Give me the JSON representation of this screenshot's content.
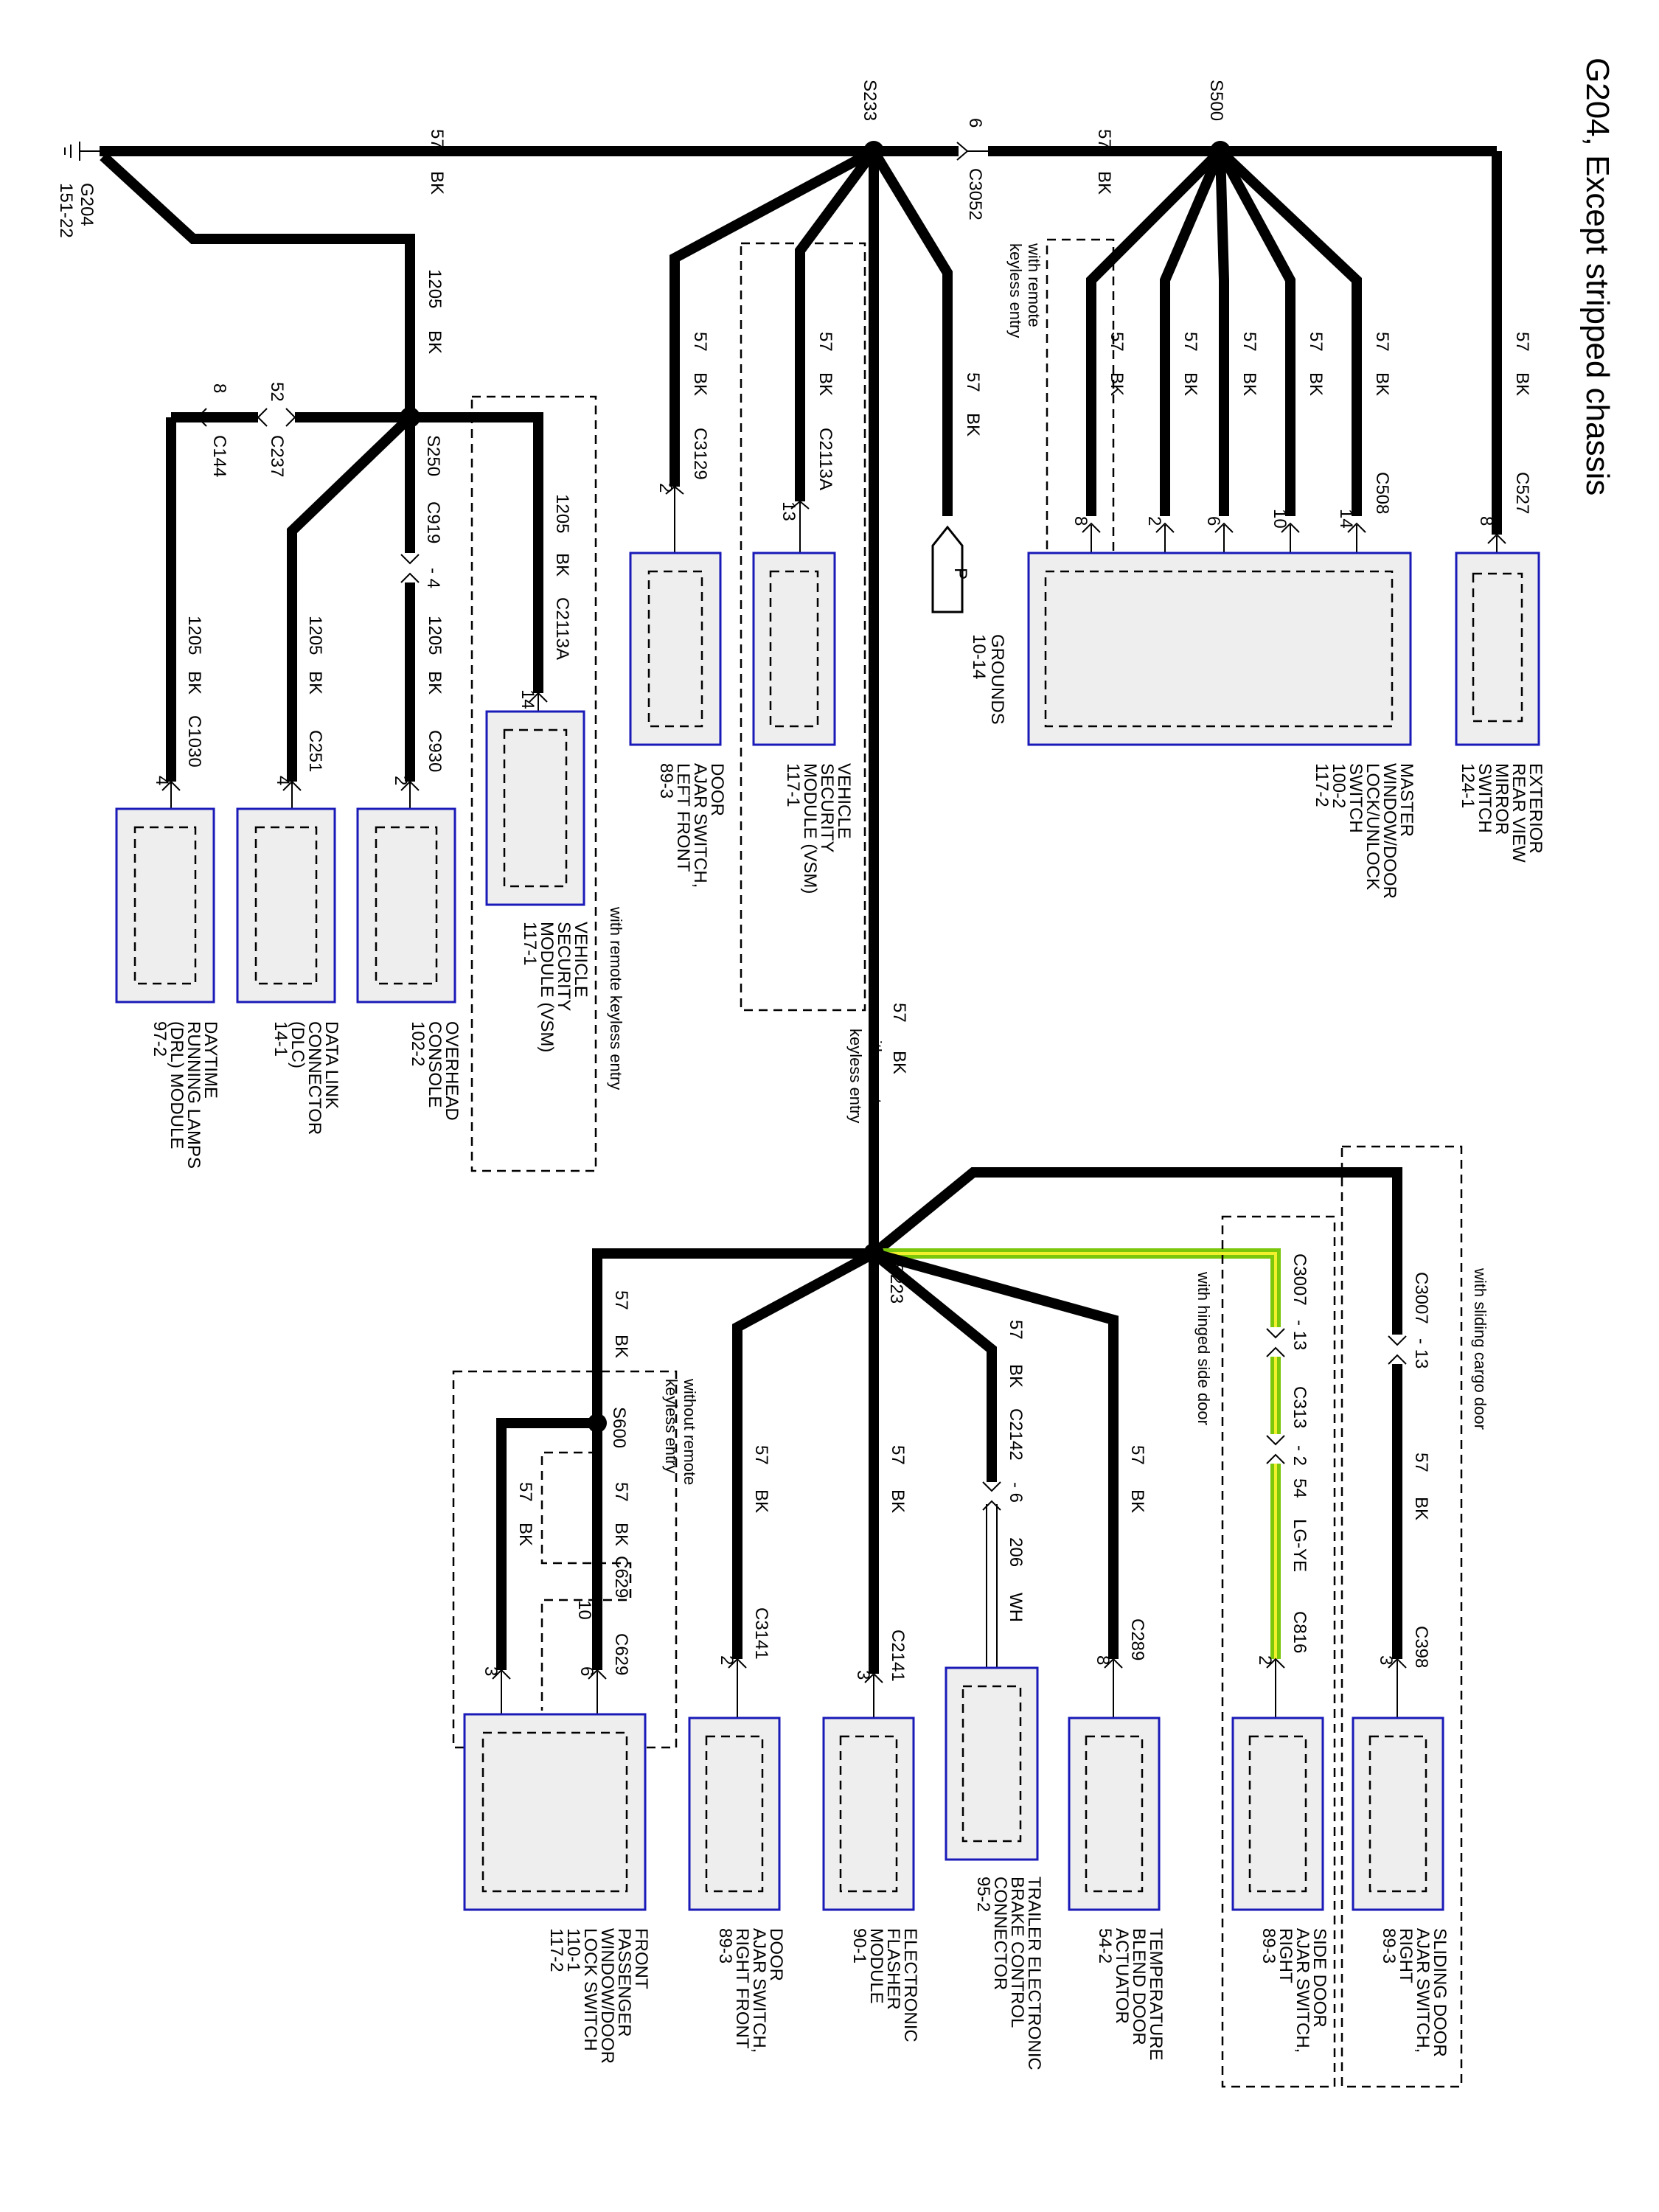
{
  "title": "G204, Except stripped chassis",
  "ground": {
    "id": "G204",
    "ref": "151-22"
  },
  "splices": {
    "s233": "S233",
    "s500": "S500",
    "s250": "S250",
    "s223": "S223",
    "s600": "S600"
  },
  "wire_labels": {
    "w57": "57",
    "bk": "BK",
    "w6": "6",
    "w1205": "1205",
    "w52": "52",
    "w8": "8",
    "w54": "54",
    "lgye": "LG-YE",
    "w206": "206",
    "wh": "WH"
  },
  "connectors": {
    "c3052": "C3052",
    "c3129": "C3129",
    "c2113a": "C2113A",
    "c508": "C508",
    "c527": "C527",
    "c144": "C144",
    "c237": "C237",
    "c919": "C919",
    "c930": "C930",
    "c251": "C251",
    "c1030": "C1030",
    "c3007": "C3007",
    "c313": "C313",
    "c816": "C816",
    "c398": "C398",
    "c289": "C289",
    "c2142": "C2142",
    "c2141": "C2141",
    "c3141": "C3141",
    "c629": "C629"
  },
  "pins": {
    "p2": "2",
    "p4": "4",
    "p6": "6",
    "p8": "8",
    "p10": "10",
    "p13": "13",
    "p14": "14",
    "p3": "3",
    "d13": "- 13",
    "d2": "- 2",
    "d6": "- 6",
    "d4": "- 4"
  },
  "ground_ref": {
    "symbol": "P",
    "label": "GROUNDS",
    "ref": "10-14"
  },
  "notes": {
    "remote": "with remote",
    "keyless": "keyless entry",
    "remote_keyless": "with remote keyless entry",
    "without_remote": "without remote",
    "hinged": "with hinged side door",
    "sliding": "with sliding cargo door"
  },
  "components": {
    "exterior_mirror": [
      "EXTERIOR",
      "REAR VIEW",
      "MIRROR",
      "SWITCH",
      "124-1"
    ],
    "master_window": [
      "MASTER",
      "WINDOW/DOOR",
      "LOCK/UNLOCK",
      "SWITCH",
      "100-2",
      "117-2"
    ],
    "vsm_a": [
      "VEHICLE",
      "SECURITY",
      "MODULE (VSM)",
      "117-1"
    ],
    "door_ajar_lf": [
      "DOOR",
      "AJAR SWITCH,",
      "LEFT FRONT",
      "89-3"
    ],
    "vsm_b": [
      "VEHICLE",
      "SECURITY",
      "MODULE (VSM)",
      "117-1"
    ],
    "overhead_console": [
      "OVERHEAD",
      "CONSOLE",
      "102-2"
    ],
    "dlc": [
      "DATA LINK",
      "CONNECTOR",
      "(DLC)",
      "14-1"
    ],
    "drl": [
      "DAYTIME",
      "RUNNING LAMPS",
      "(DRL) MODULE",
      "97-2"
    ],
    "sliding_door": [
      "SLIDING DOOR",
      "AJAR SWITCH,",
      "RIGHT",
      "89-3"
    ],
    "side_door": [
      "SIDE DOOR",
      "AJAR SWITCH,",
      "RIGHT",
      "89-3"
    ],
    "temp_blend": [
      "TEMPERATURE",
      "BLEND DOOR",
      "ACTUATOR",
      "54-2"
    ],
    "trailer": [
      "TRAILER ELECTRONIC",
      "BRAKE CONTROL",
      "CONNECTOR",
      "95-2"
    ],
    "flasher": [
      "ELECTRONIC",
      "FLASHER",
      "MODULE",
      "90-1"
    ],
    "door_ajar_rf": [
      "DOOR",
      "AJAR SWITCH,",
      "RIGHT FRONT",
      "89-3"
    ],
    "front_passenger": [
      "FRONT",
      "PASSENGER",
      "WINDOW/DOOR",
      "LOCK SWITCH",
      "110-1",
      "117-2"
    ]
  },
  "colors": {
    "wire": "#000000",
    "wire_green": "#7ac70c",
    "wire_yellow": "#f2ef2c",
    "component_border": "#1a1ab8",
    "component_fill": "#eeeeee"
  }
}
